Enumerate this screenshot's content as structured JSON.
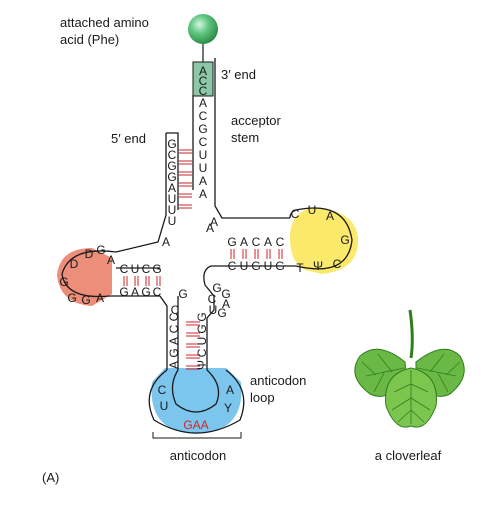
{
  "labels": {
    "amino_acid_line1": "attached amino",
    "amino_acid_line2": "acid (Phe)",
    "three_prime": "3′ end",
    "acceptor_line1": "acceptor",
    "acceptor_line2": "stem",
    "five_prime": "5′ end",
    "anticodon_loop_line1": "anticodon",
    "anticodon_loop_line2": "loop",
    "anticodon": "anticodon",
    "cloverleaf": "a cloverleaf",
    "panel": "(A)"
  },
  "sequences": {
    "acceptor_cca": [
      "A",
      "C",
      "C"
    ],
    "acceptor_right": [
      "A",
      "C",
      "G",
      "C",
      "U",
      "U",
      "A",
      "A"
    ],
    "acceptor_left": [
      "G",
      "C",
      "G",
      "G",
      "A",
      "U",
      "U",
      "U"
    ],
    "acceptor_left_extra": "A",
    "t_stem_top": [
      "G",
      "A",
      "C",
      "A",
      "C"
    ],
    "t_stem_bottom": [
      "C",
      "U",
      "G",
      "U",
      "G"
    ],
    "t_loop": [
      "C",
      "U",
      "A",
      "G",
      "C",
      "Ψ",
      "T"
    ],
    "d_stem_top": [
      "C",
      "U",
      "C",
      "G"
    ],
    "d_stem_bottom": [
      "G",
      "A",
      "G",
      "C"
    ],
    "d_loop": [
      "A",
      "G",
      "D",
      "D",
      "G",
      "G",
      "G",
      "A"
    ],
    "anticodon_stem_left": [
      "C",
      "C",
      "A",
      "G",
      "A"
    ],
    "anticodon_stem_right": [
      "G",
      "G",
      "U",
      "C",
      "Ψ"
    ],
    "anticodon_loop_left": [
      "C",
      "U"
    ],
    "anticodon_loop_right": [
      "A",
      "Y"
    ],
    "anticodon_bases": "GAA",
    "variable_loop": [
      "G",
      "G",
      "A",
      "G",
      "U",
      "C"
    ],
    "junction_misc": [
      "A",
      "A",
      "C",
      "G"
    ]
  },
  "colors": {
    "amino_acid": "#4fbf73",
    "acceptor": "#8cc7a8",
    "t_loop": "#fbe96c",
    "d_loop": "#ec8e7a",
    "anticodon_loop": "#7cc6ee",
    "base_pair": "#d2232a",
    "anticodon_text": "#d2232a",
    "leaf": "#6ab845",
    "leaf_dark": "#2f7d1d"
  }
}
